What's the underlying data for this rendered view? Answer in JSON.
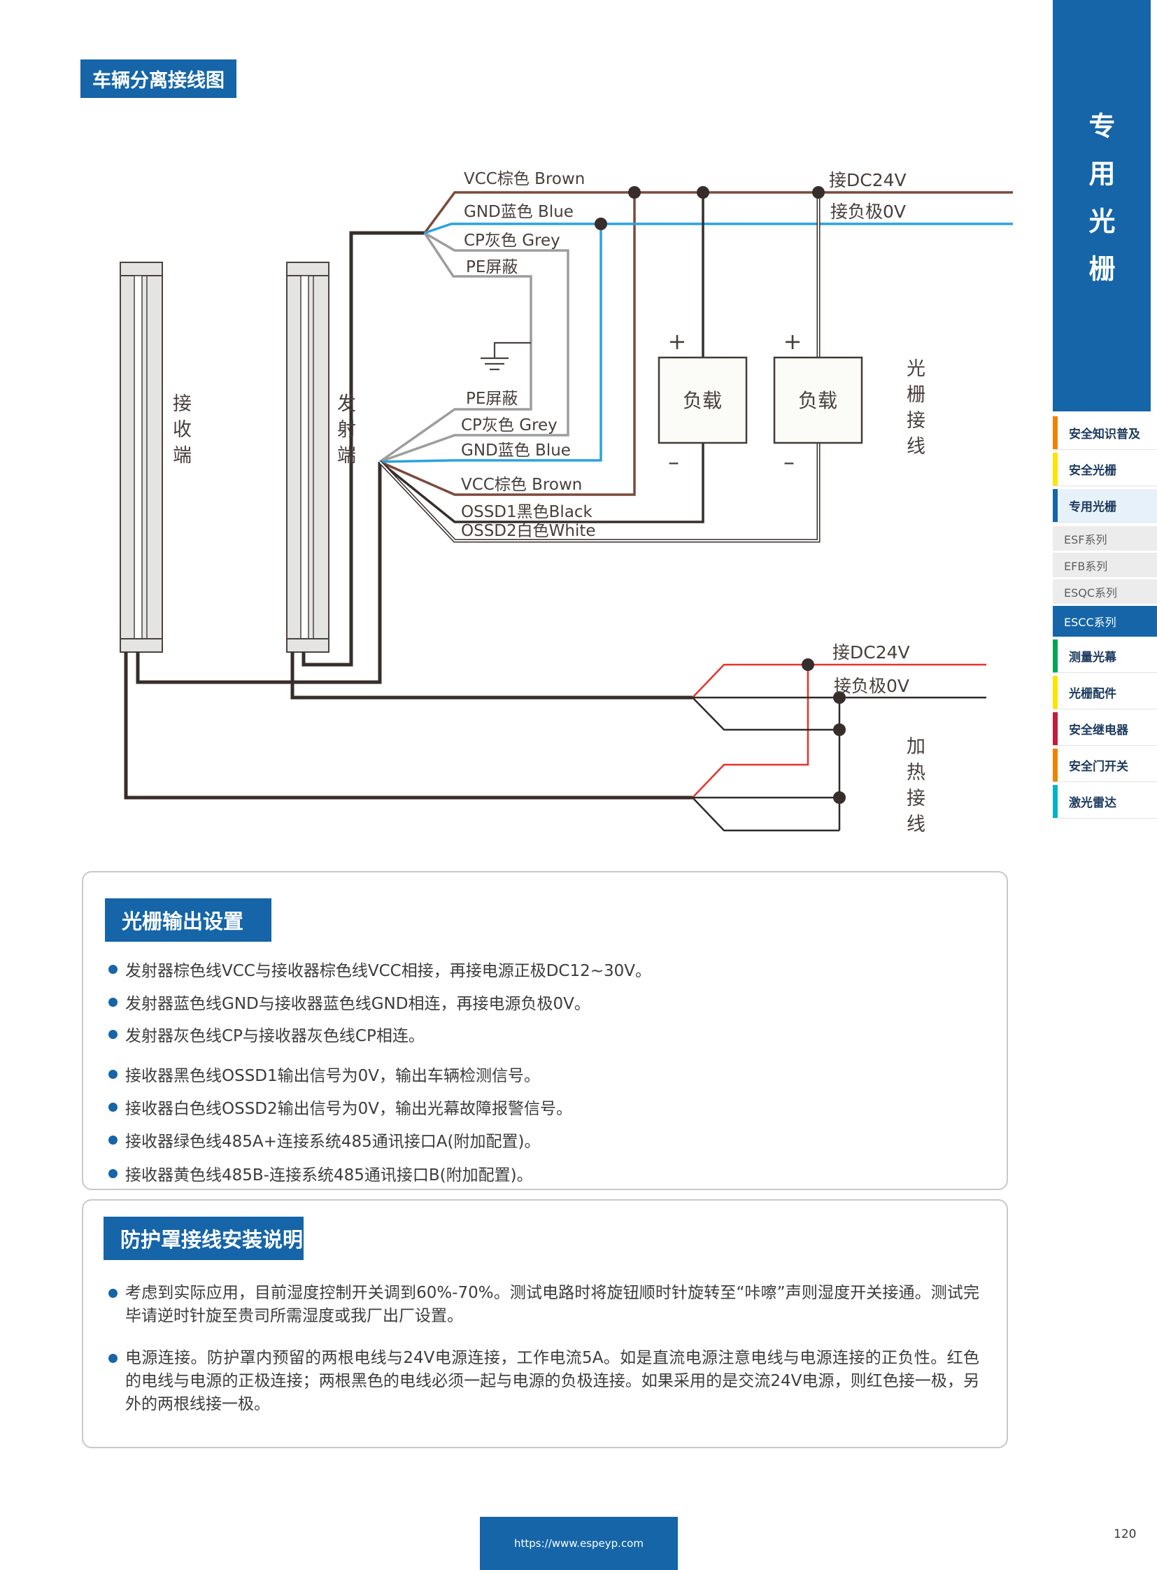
{
  "page": {
    "title_badge": "车辆分离接线图",
    "page_number": "120",
    "footer_url": "https://www.espeyp.com"
  },
  "colors": {
    "brand_blue": "#1565a8",
    "accent_orange": "#ef8200",
    "accent_yellow": "#ffe400",
    "accent_green": "#00a551",
    "accent_crimson": "#c01e3c",
    "accent_cyan": "#00b3cb",
    "wire_brown": "#7b4a3b",
    "wire_blue": "#29a3dd",
    "wire_grey": "#9d9d9d",
    "wire_black": "#372e2c",
    "wire_red": "#e8312b"
  },
  "sidebar": {
    "vertical_title": "专用光栅",
    "items": [
      {
        "label": "安全知识普及",
        "accent": "#ef8200"
      },
      {
        "label": "安全光栅",
        "accent": "#ffe400"
      },
      {
        "label": "专用光栅",
        "accent": "#1565a8"
      },
      {
        "label": "ESF系列",
        "accent": ""
      },
      {
        "label": "EFB系列",
        "accent": ""
      },
      {
        "label": "ESQC系列",
        "accent": ""
      },
      {
        "label": "ESCC系列",
        "accent": "#1565a8"
      },
      {
        "label": "测量光幕",
        "accent": "#00a551"
      },
      {
        "label": "光栅配件",
        "accent": "#ffe400"
      },
      {
        "label": "安全继电器",
        "accent": "#c01e3c"
      },
      {
        "label": "安全门开关",
        "accent": "#ef8200"
      },
      {
        "label": "激光雷达",
        "accent": "#00b3cb"
      }
    ]
  },
  "diagram": {
    "receiver_label": "接收端",
    "transmitter_label": "发射端",
    "load_label": "负载",
    "plus": "+",
    "minus": "–",
    "grating_wiring_label": "光栅接线",
    "heater_wiring_label": "加热接线",
    "top_wires": {
      "vcc": "VCC棕色 Brown",
      "gnd": "GND蓝色 Blue",
      "cp": "CP灰色 Grey",
      "pe": "PE屏蔽"
    },
    "bottom_wires": {
      "pe": "PE屏蔽",
      "cp": "CP灰色 Grey",
      "gnd": "GND蓝色 Blue",
      "vcc": "VCC棕色 Brown",
      "ossd1": "OSSD1黑色Black",
      "ossd2": "OSSD2白色White"
    },
    "power_labels": {
      "dc24v": "接DC24V",
      "ov": "接负极0V"
    },
    "heater_labels": {
      "dc24v": "接DC24V",
      "ov": "接负极0V"
    }
  },
  "sections": [
    {
      "heading": "光栅输出设置",
      "bullets": [
        "发射器棕色线VCC与接收器棕色线VCC相接，再接电源正极DC12~30V。",
        "发射器蓝色线GND与接收器蓝色线GND相连，再接电源负极0V。",
        "发射器灰色线CP与接收器灰色线CP相连。",
        "接收器黑色线OSSD1输出信号为0V，输出车辆检测信号。",
        "接收器白色线OSSD2输出信号为0V，输出光幕故障报警信号。",
        "接收器绿色线485A+连接系统485通讯接口A(附加配置)。",
        "接收器黄色线485B-连接系统485通讯接口B(附加配置)。"
      ]
    },
    {
      "heading": "防护罩接线安装说明",
      "bullets": [
        "考虑到实际应用，目前湿度控制开关调到60%-70%。测试电路时将旋钮顺时针旋转至“咔嚓”声则湿度开关接通。测试完毕请逆时针旋至贵司所需湿度或我厂出厂设置。",
        "电源连接。防护罩内预留的两根电线与24V电源连接，工作电流5A。如是直流电源注意电线与电源连接的正负性。红色的电线与电源的正极连接；两根黑色的电线必须一起与电源的负极连接。如果采用的是交流24V电源，则红色接一极，另外的两根线接一极。"
      ]
    }
  ]
}
